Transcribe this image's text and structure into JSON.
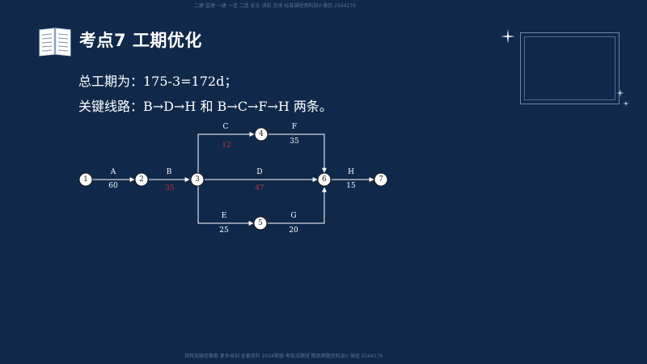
{
  "header": {
    "title": "考点7 工期优化"
  },
  "content": {
    "line1": "总工期为：175-3=172d；",
    "line2": "关键线路：B→D→H 和 B→C→F→H 两条。"
  },
  "diagram": {
    "nodes": [
      {
        "id": "n1",
        "label": "1"
      },
      {
        "id": "n2",
        "label": "2"
      },
      {
        "id": "n3",
        "label": "3"
      },
      {
        "id": "n4",
        "label": "4"
      },
      {
        "id": "n5",
        "label": "5"
      },
      {
        "id": "n6",
        "label": "6"
      },
      {
        "id": "n7",
        "label": "7"
      }
    ],
    "activities": [
      {
        "name": "A",
        "from": "1",
        "to": "2",
        "duration": "60",
        "highlight": false
      },
      {
        "name": "B",
        "from": "2",
        "to": "3",
        "duration": "35",
        "highlight": true
      },
      {
        "name": "C",
        "from": "3",
        "to": "4",
        "duration": "12",
        "highlight": true
      },
      {
        "name": "F",
        "from": "4",
        "to": "6",
        "duration": "35",
        "highlight": false
      },
      {
        "name": "D",
        "from": "3",
        "to": "6",
        "duration": "47",
        "highlight": true
      },
      {
        "name": "E",
        "from": "3",
        "to": "5",
        "duration": "25",
        "highlight": false
      },
      {
        "name": "G",
        "from": "5",
        "to": "6",
        "duration": "20",
        "highlight": false
      },
      {
        "name": "H",
        "from": "6",
        "to": "7",
        "duration": "15",
        "highlight": false
      }
    ],
    "colors": {
      "highlight": "#c0302f",
      "normal": "#ffffff"
    }
  },
  "watermark": {
    "top": "二建 监理 一建 一造 二造 安全 消防 咨询 标准课程资料加V 微信 2564176",
    "bottom": "资料加微信索取 更多培训 全套资料 2024新版 考前点题班 精品押题资料加V 微信 2564176"
  },
  "colors": {
    "background": "#10294b",
    "text": "#ffffff",
    "accent_red": "#c0302f"
  }
}
